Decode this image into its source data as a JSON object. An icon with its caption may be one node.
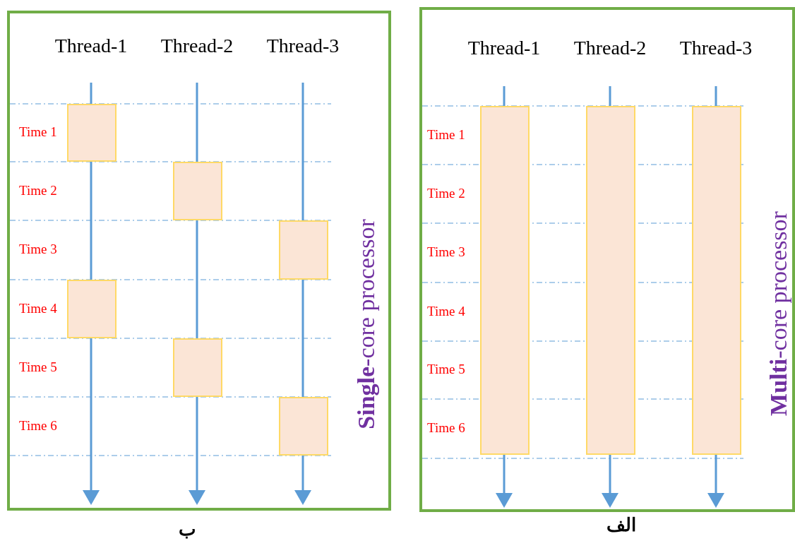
{
  "diagram": {
    "nodes": [
      {
        "text": [
          "**Single**-core processor"
        ],
        "beside": [
          "ب"
        ]
      },
      {
        "text": [],
        "shape": "box",
        "in": 0
      },
      {
        "text": [],
        "shape": "box",
        "in": 0
      },
      {
        "text": [],
        "shape": "box",
        "in": 0
      },
      {
        "text": [],
        "shape": "box",
        "in": 0
      },
      {
        "text": [],
        "shape": "box",
        "in": 0
      },
      {
        "text": [],
        "shape": "box",
        "in": 0
      },
      {
        "text": [
          "**Multi**-core processor"
        ],
        "beside": [
          "الف"
        ]
      },
      {
        "text": [],
        "shape": "box",
        "in": 7
      },
      {
        "text": [],
        "shape": "box",
        "in": 7
      },
      {
        "text": [],
        "shape": "box",
        "in": 7
      }
    ],
    "labels": [
      "Thread-1",
      "Thread-2",
      "Thread-3",
      "Time 1",
      "Time 2",
      "Time 3",
      "Time 4",
      "Time 5",
      "Time 6",
      "Thread-1",
      "Thread-2",
      "Thread-3",
      "Time 1",
      "Time 2",
      "Time 3",
      "Time 4",
      "Time 5",
      "Time 6"
    ]
  }
}
